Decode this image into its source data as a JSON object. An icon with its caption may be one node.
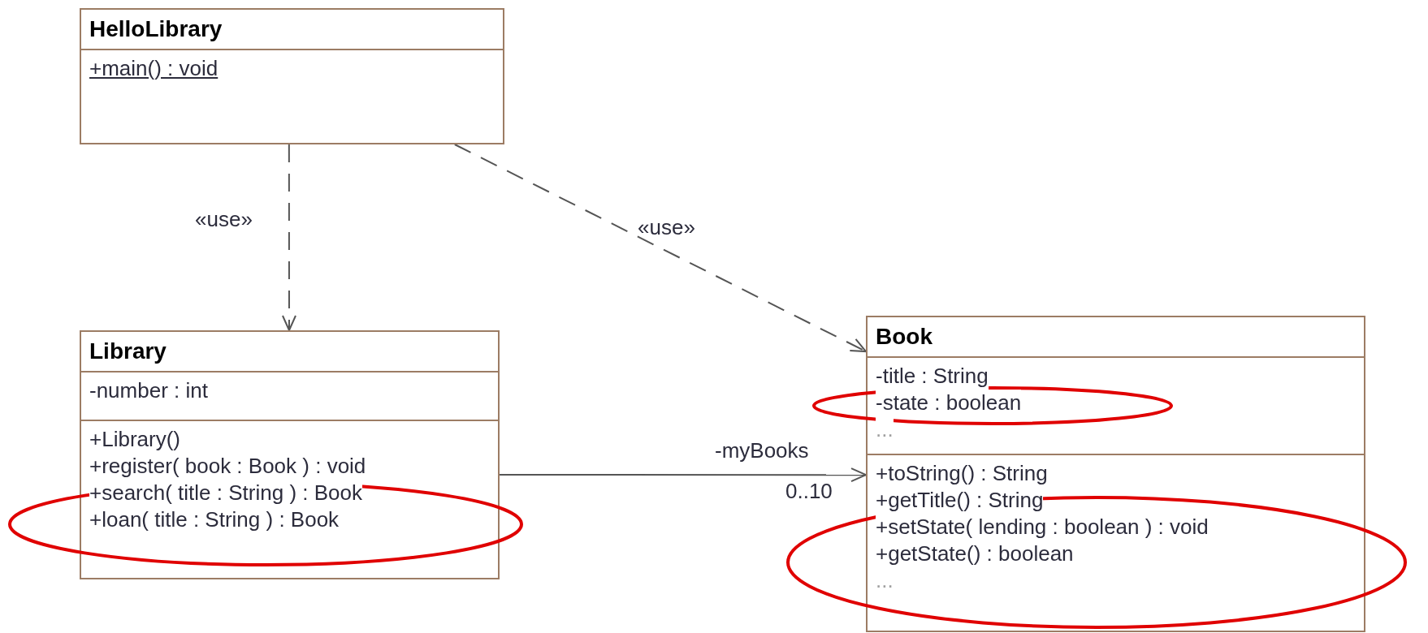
{
  "diagram": {
    "nodes": [
      {
        "text": [
          "HelloLibrary",
          "+main() : void"
        ]
      },
      {
        "text": [
          "Library",
          "-number : int",
          "+Library()",
          "+register( book : Book ) : void",
          "+search( title : String ) : Book",
          "+loan( title : String ) : Book"
        ]
      },
      {
        "text": [
          "Book",
          "-title : String",
          "-state : boolean",
          "...",
          "+toString() : String",
          "+getTitle() : String",
          "+setState( lending : boolean ) : void",
          "+getState() : boolean",
          "..."
        ]
      }
    ],
    "edges": [
      {
        "from": 0,
        "to": 1,
        "arrow": "to",
        "style": "dashed",
        "label": "«use»"
      },
      {
        "from": 0,
        "to": 2,
        "arrow": "to",
        "style": "dashed",
        "label": "«use»"
      },
      {
        "from": 1,
        "to": 2,
        "arrow": "to",
        "label": "-myBooks"
      }
    ],
    "labels": [
      "0..10"
    ]
  }
}
